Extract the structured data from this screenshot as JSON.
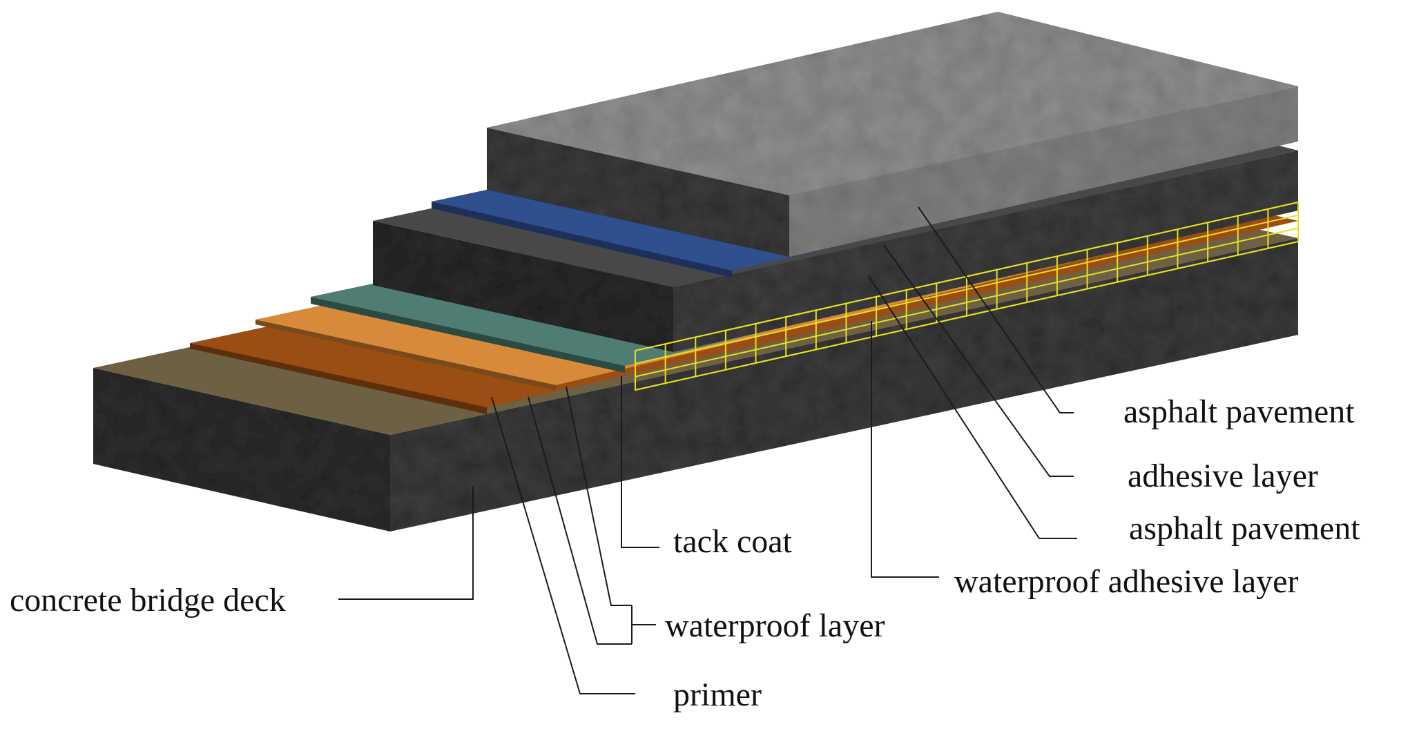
{
  "labels": {
    "asphalt_pavement_top": "asphalt pavement",
    "adhesive_layer": "adhesive layer",
    "asphalt_pavement_lower": "asphalt pavement",
    "waterproof_adhesive_layer": "waterproof adhesive layer",
    "tack_coat": "tack coat",
    "concrete_bridge_deck": "concrete bridge deck",
    "waterproof_layer": "waterproof layer",
    "primer": "primer"
  },
  "colors": {
    "concrete": "#3b3b3b",
    "concrete_top": "#6e6043",
    "primer": "#9a4e14",
    "waterproof": "#d68a3a",
    "tack_coat": "#4f7d74",
    "asphalt_lower": "#454545",
    "adhesive": "#2f4f8f",
    "asphalt_upper": "#8c8c8c",
    "grid": "#e8e020"
  }
}
